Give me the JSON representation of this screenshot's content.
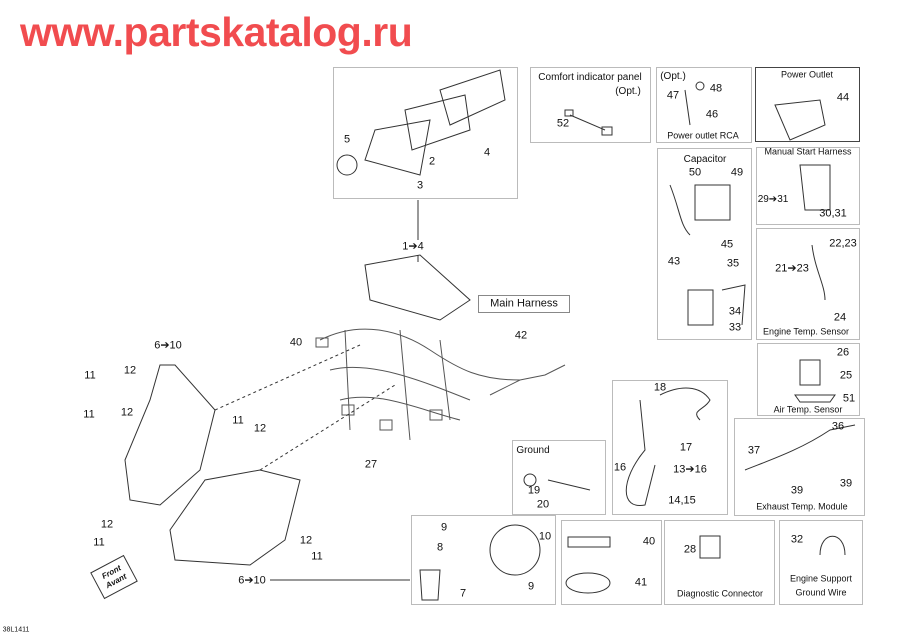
{
  "diagram_code": "38L1411",
  "watermark": "www.partskatalog.ru",
  "front_label": {
    "line1": "Front",
    "line2": "Avant"
  },
  "main_cluster": {
    "c5": "5",
    "c3": "3",
    "c2": "2",
    "c4": "4",
    "ref": "1➔4"
  },
  "main_harness": {
    "title": "Main Harness",
    "c42": "42",
    "c40": "40",
    "c27": "27"
  },
  "headlights": {
    "c6a": "6➔10",
    "c6b": "6➔10",
    "c11a": "11",
    "c12a": "12",
    "c11b": "11",
    "c12b": "12",
    "c11c": "11",
    "c12c": "12",
    "c12d": "12",
    "c11d": "11",
    "c12e": "12",
    "c11e": "11"
  },
  "comfort_panel": {
    "title": "Comfort indicator panel",
    "opt": "(Opt.)",
    "c52": "52"
  },
  "power_outlet_rca": {
    "opt": "(Opt.)",
    "c48": "48",
    "c47": "47",
    "c46": "46",
    "title": "Power outlet RCA"
  },
  "power_outlet": {
    "title": "Power Outlet",
    "c44": "44"
  },
  "capacitor": {
    "title": "Capacitor",
    "c50": "50",
    "c49": "49",
    "c45": "45",
    "c43": "43",
    "c35": "35",
    "c34": "34",
    "c33": "33"
  },
  "manual_start": {
    "title": "Manual Start Harness",
    "c29": "29➔31",
    "c30": "30,31"
  },
  "engine_temp": {
    "title": "Engine Temp. Sensor",
    "c22": "22,23",
    "c21": "21➔23",
    "c24": "24"
  },
  "air_temp": {
    "title": "Air Temp. Sensor",
    "c26": "26",
    "c25": "25",
    "c51": "51"
  },
  "exhaust": {
    "title": "Exhaust Temp. Module",
    "c36": "36",
    "c37": "37",
    "c39a": "39",
    "c39b": "39"
  },
  "dess": {
    "c18": "18",
    "c17": "17",
    "c16": "16",
    "c13": "13➔16",
    "c14": "14,15"
  },
  "ground": {
    "title": "Ground",
    "c19": "19",
    "c20": "20"
  },
  "bulbs": {
    "c9a": "9",
    "c10": "10",
    "c8": "8",
    "c7": "7",
    "c9b": "9"
  },
  "grease": {
    "c40": "40",
    "c41": "41"
  },
  "diagnostic": {
    "title": "Diagnostic Connector",
    "c28": "28"
  },
  "engine_ground": {
    "title1": "Engine Support",
    "title2": "Ground Wire",
    "c32": "32"
  }
}
